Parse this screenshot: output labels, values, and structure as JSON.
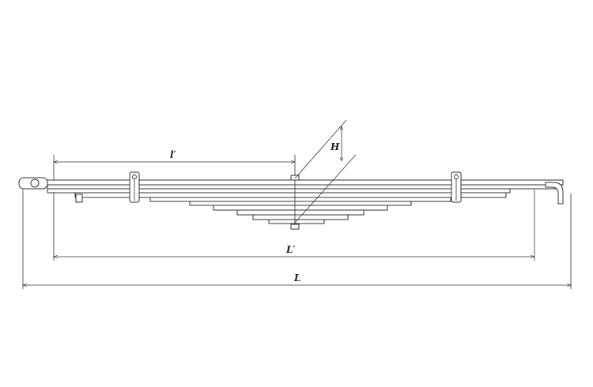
{
  "diagram": {
    "labels": {
      "l_prime": "l′",
      "L_prime": "L′",
      "L": "L",
      "H": "H"
    },
    "colors": {
      "line": "#333333",
      "background": "#ffffff"
    }
  }
}
